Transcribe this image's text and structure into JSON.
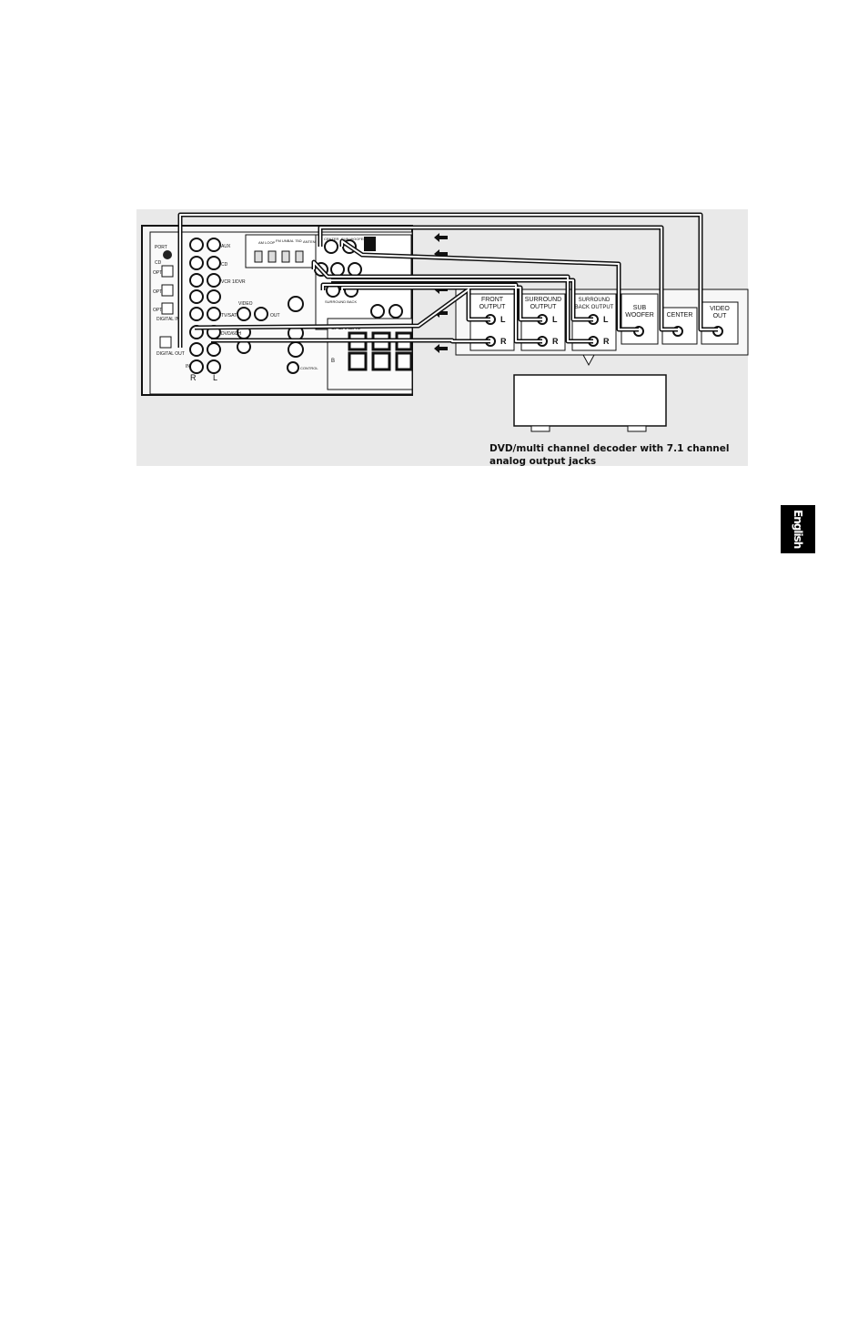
{
  "receiver": {
    "left_labels": [
      "PORT",
      "CD",
      "OPT",
      "OPT",
      "OPT",
      "DIGITAL IN",
      "DIGITAL OUT"
    ],
    "input_labels": [
      "AUX",
      "CD",
      "VCR 1/DVR",
      "TV/SAT",
      "DVD/6CH",
      "VIDEO",
      "OUT",
      "IN",
      "IN",
      "IN"
    ],
    "antenna_labels": [
      "AM LOOP",
      "FM UNBAL 75Ω",
      "ANTENNA"
    ],
    "multi_in_labels": [
      "CENTER",
      "SUB WOOFER",
      "DVD 7.1CH INPUT",
      "SURROUND BACK",
      "COMPONENT VIDEO",
      "TO MONITOR"
    ],
    "monitor_labels": [
      "TO MONITOR",
      "SUB WOOFER",
      "DVD 7.1CH INPUT",
      "CONTROL",
      "OUT"
    ],
    "speaker_labels": [
      "SPEAKERS",
      "A",
      "B"
    ],
    "bottom_labels": [
      "R",
      "L"
    ]
  },
  "decoder": {
    "outputs": [
      {
        "label_line1": "FRONT",
        "label_line2": "OUTPUT",
        "jacks": [
          "L",
          "R"
        ]
      },
      {
        "label_line1": "SURROUND",
        "label_line2": "OUTPUT",
        "jacks": [
          "L",
          "R"
        ]
      },
      {
        "label_line1": "SURROUND",
        "label_line2": "BACK OUTPUT",
        "jacks": [
          "L",
          "R"
        ]
      },
      {
        "label_line1": "SUB",
        "label_line2": "WOOFER",
        "jacks": []
      },
      {
        "label_line1": "CENTER",
        "label_line2": "",
        "jacks": []
      },
      {
        "label_line1": "VIDEO",
        "label_line2": "OUT",
        "jacks": []
      }
    ],
    "caption": "DVD/multi channel decoder with 7.1 channel analog output jacks"
  },
  "side_tab": "English"
}
